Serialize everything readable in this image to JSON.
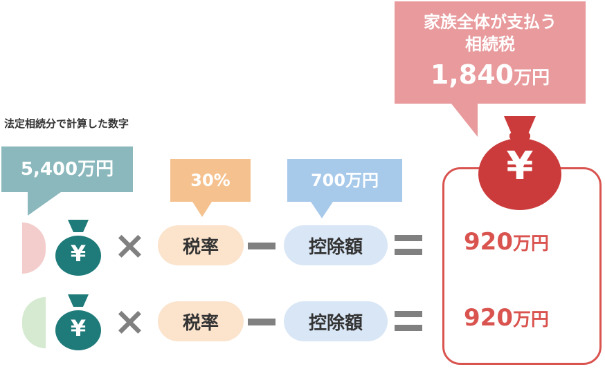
{
  "caption": "法定相続分で計算した数字",
  "heir_amount_bubble": "5,400万円",
  "tax_rate_bubble": "30%",
  "deduction_bubble": "700万円",
  "total_bubble": {
    "line1": "家族全体が支払う",
    "line2": "相続税",
    "amount": "1,840",
    "unit": "万円"
  },
  "rows": [
    {
      "multiply": "×",
      "tax_rate": "税率",
      "minus": "ー",
      "deduction": "控除額",
      "equals": "=",
      "result": "920",
      "unit": "万円"
    },
    {
      "multiply": "×",
      "tax_rate": "税率",
      "minus": "ー",
      "deduction": "控除額",
      "equals": "=",
      "result": "920",
      "unit": "万円"
    }
  ],
  "yen_symbol": "¥",
  "colors": {
    "teal_bubble": "#8ab8bd",
    "orange_bubble": "#f5c28f",
    "blue_bubble": "#a7c9ea",
    "red_bubble": "#e89a9c",
    "money_bag_teal": "#1f7a7a",
    "money_bag_red": "#cc3b3b",
    "pill_tax": "#fbe3cc",
    "pill_deduction": "#d9e6f6",
    "half_circle_pink": "#f3cccc",
    "half_circle_green": "#d5ead0",
    "result_red": "#d9534f",
    "operator_gray": "#808080"
  }
}
